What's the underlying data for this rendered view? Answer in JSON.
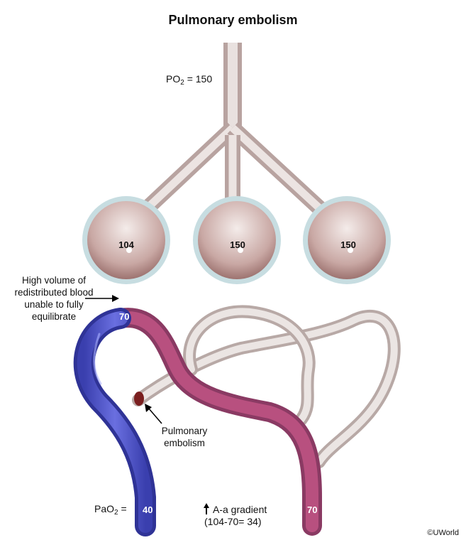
{
  "title": "Pulmonary embolism",
  "airway": {
    "po2_prefix": "PO",
    "po2_sub": "2",
    "po2_value": "= 150"
  },
  "alveoli": [
    {
      "value": "104"
    },
    {
      "value": "150"
    },
    {
      "value": "150"
    }
  ],
  "annotations": {
    "high_volume": "High volume of redistributed blood unable to fully equilibrate",
    "embolism": "Pulmonary embolism",
    "pao2_prefix": "PaO",
    "pao2_sub": "2",
    "pao2_suffix": " =",
    "gradient_line1": "A-a gradient",
    "gradient_line2": "(104-70= 34)"
  },
  "vessels": {
    "top_value": "70",
    "venous_value": "40",
    "arterial_value": "70"
  },
  "copyright": "©UWorld",
  "colors": {
    "venous": "#4a50c8",
    "arterial": "#b04a7a",
    "capillary": "#d8cfcc",
    "alveolus_outline": "#a9c9cf",
    "embolus": "#8a2a2a"
  }
}
